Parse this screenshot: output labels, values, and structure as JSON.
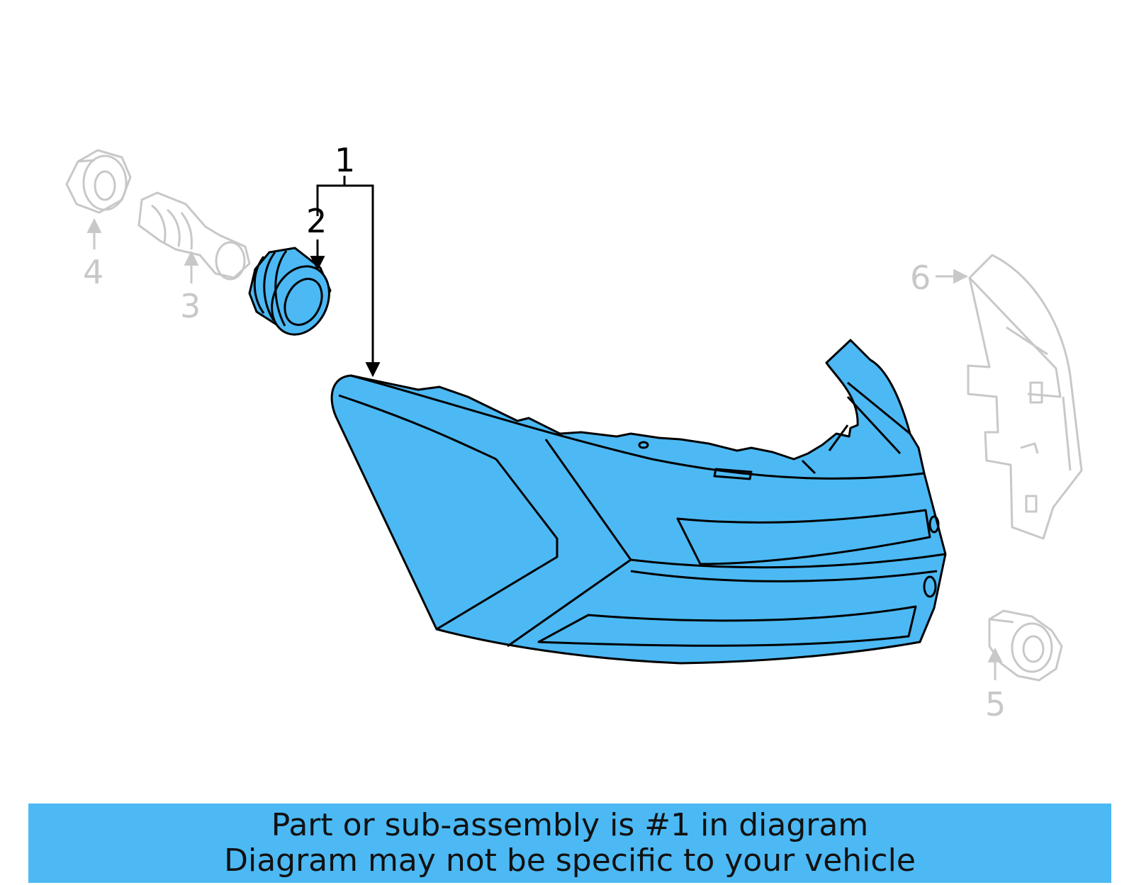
{
  "colors": {
    "highlight": "#4cb9f4",
    "ghost_stroke": "#c8c8c8",
    "outline": "#000000",
    "banner_bg": "#4cb9f4"
  },
  "callouts": {
    "c1": "1",
    "c2": "2",
    "c3": "3",
    "c4": "4",
    "c5": "5",
    "c6": "6"
  },
  "banner": {
    "line1": "Part or sub-assembly is #1 in diagram",
    "line2": "Diagram may not be specific to your vehicle"
  }
}
